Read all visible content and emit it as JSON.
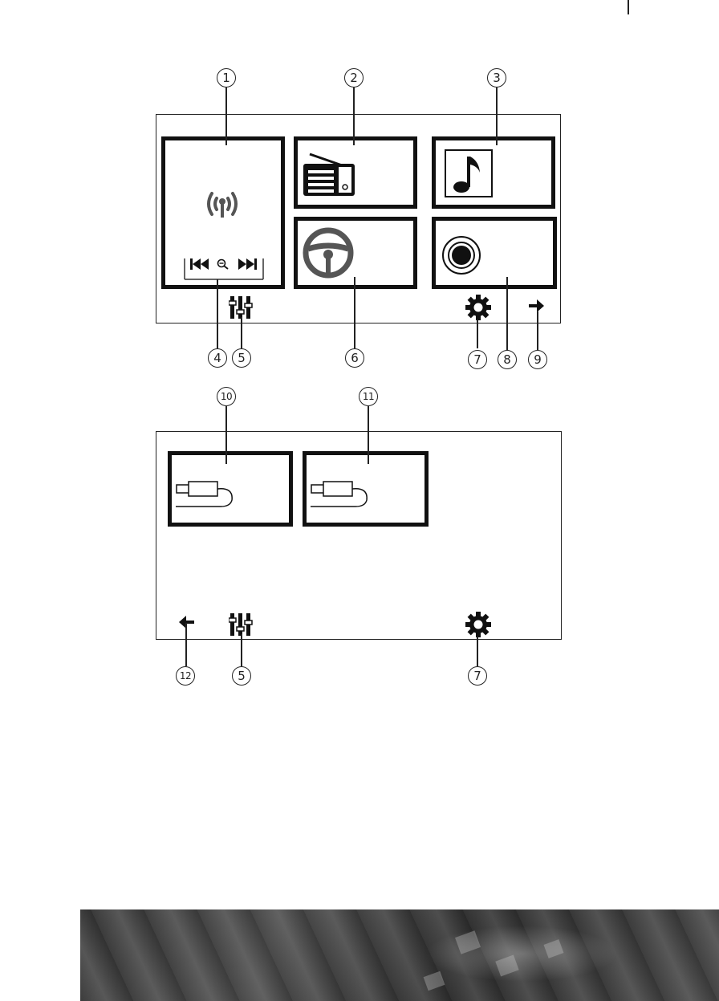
{
  "screen_main": {
    "tiles": [
      {
        "name": "bluetooth-tile",
        "icon": "bluetooth-signal-icon",
        "controls": [
          "previous-track-icon",
          "search-icon",
          "next-track-icon"
        ]
      },
      {
        "name": "radio-tile",
        "icon": "radio-icon"
      },
      {
        "name": "music-tile",
        "icon": "music-note-icon"
      },
      {
        "name": "steering-tile",
        "icon": "steering-wheel-icon"
      },
      {
        "name": "disc-tile",
        "icon": "disc-icon"
      }
    ],
    "toolbar": [
      "equalizer-icon",
      "gear-icon",
      "arrow-right-icon"
    ]
  },
  "screen_second": {
    "tiles": [
      {
        "name": "aux-input-tile-1",
        "icon": "aux-cable-icon"
      },
      {
        "name": "aux-input-tile-2",
        "icon": "aux-cable-icon"
      }
    ],
    "toolbar": [
      "arrow-left-icon",
      "equalizer-icon",
      "gear-icon"
    ]
  },
  "callouts_top": {
    "c1": "1",
    "c2": "2",
    "c3": "3",
    "c4": "4",
    "c5": "5",
    "c6": "6",
    "c7": "7",
    "c8": "8",
    "c9": "9"
  },
  "callouts_bottom": {
    "c10": "10",
    "c11": "11",
    "c12": "12",
    "c5": "5",
    "c7": "7"
  },
  "colors": {
    "ink": "#111111",
    "icon_gray": "#555555",
    "footer_gray": "#3c3c3c"
  }
}
